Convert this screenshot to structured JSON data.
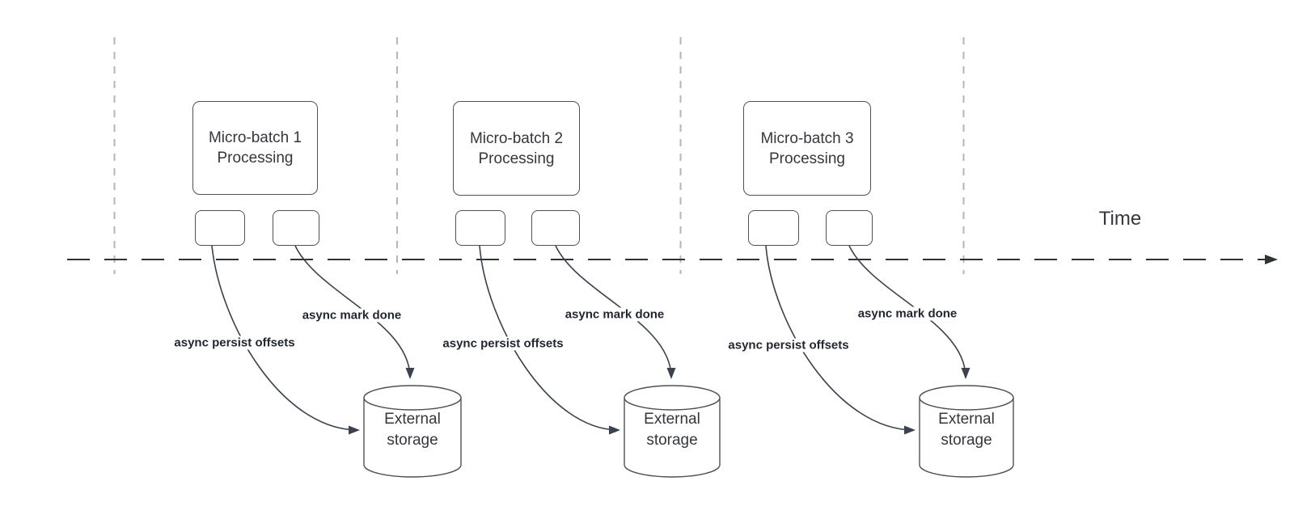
{
  "diagram": {
    "time_axis_label": "Time",
    "groups": [
      {
        "processing_box": {
          "line1": "Micro-batch 1",
          "line2": "Processing"
        },
        "persist_arrow_label": "async persist offsets",
        "done_arrow_label": "async mark done",
        "storage": {
          "line1": "External",
          "line2": "storage"
        }
      },
      {
        "processing_box": {
          "line1": "Micro-batch 2",
          "line2": "Processing"
        },
        "persist_arrow_label": "async persist offsets",
        "done_arrow_label": "async mark done",
        "storage": {
          "line1": "External",
          "line2": "storage"
        }
      },
      {
        "processing_box": {
          "line1": "Micro-batch 3",
          "line2": "Processing"
        },
        "persist_arrow_label": "async persist offsets",
        "done_arrow_label": "async mark done",
        "storage": {
          "line1": "External",
          "line2": "storage"
        }
      }
    ],
    "colors": {
      "shape_stroke": "#4c525a",
      "arrow_stroke": "#3a4250",
      "timeline_stroke": "#2e3338",
      "gridline_stroke": "#b2b5ba",
      "text": "#33373e",
      "label_text": "#1f2531",
      "background": "#ffffff"
    }
  }
}
